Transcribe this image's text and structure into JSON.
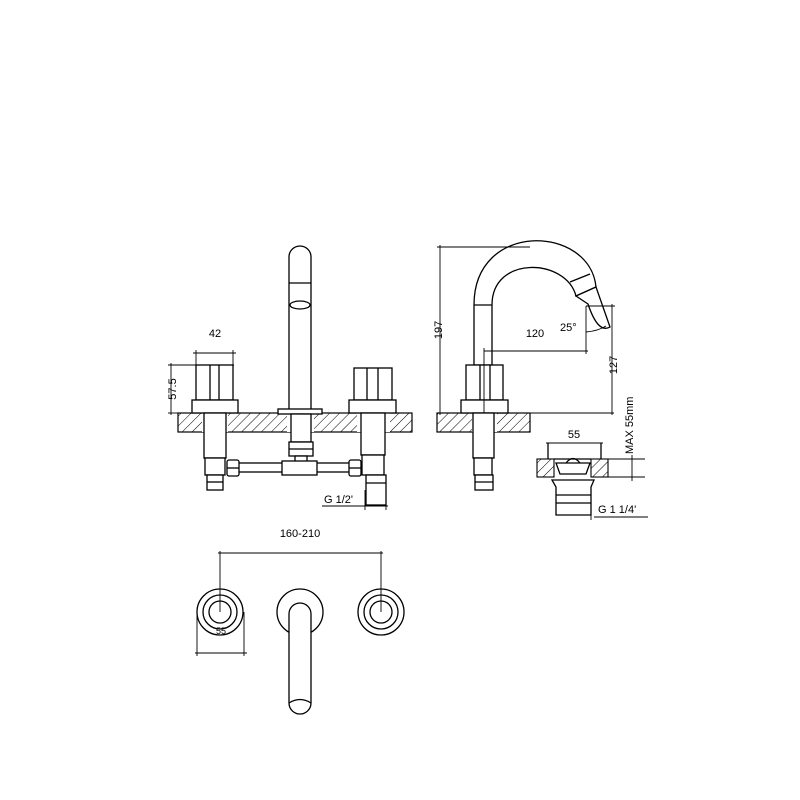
{
  "front_view": {
    "dim_handle_width": "42",
    "dim_handle_height": "57.5",
    "dim_inlet_thread": "G 1/2'"
  },
  "side_view": {
    "dim_total_height": "197",
    "dim_spout_reach": "120",
    "dim_spout_angle": "25°",
    "dim_spout_outlet_height": "127"
  },
  "waste_detail": {
    "dim_waste_width": "55",
    "dim_max_thickness": "MAX 55mm",
    "dim_waste_thread": "G 1 1/4'"
  },
  "top_view": {
    "dim_centers": "160-210",
    "dim_rosette_diameter": "55"
  },
  "colors": {
    "line": "#000000",
    "background": "#ffffff"
  }
}
